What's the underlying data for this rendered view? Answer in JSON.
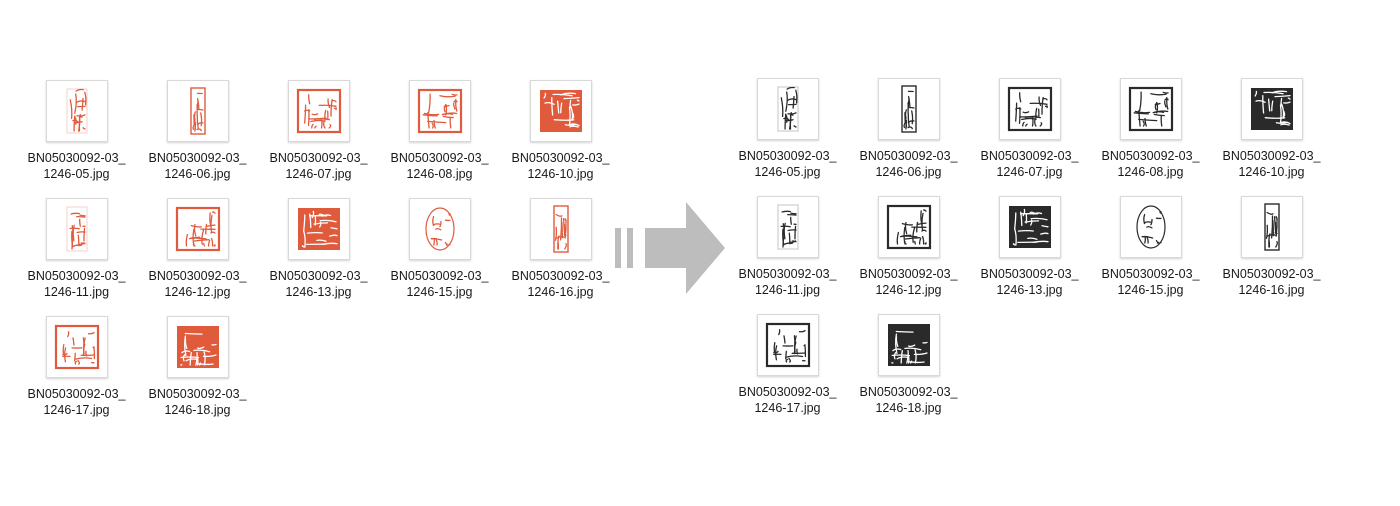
{
  "colors": {
    "seal_red": "#e05a3c",
    "seal_black": "#2a2a2a",
    "arrow_gray": "#bdbdbd"
  },
  "source_files": [
    {
      "name": "BN05030092-03_\n1246-05.jpg",
      "seal": "tall"
    },
    {
      "name": "BN05030092-03_\n1246-06.jpg",
      "seal": "narrow"
    },
    {
      "name": "BN05030092-03_\n1246-07.jpg",
      "seal": "square-framed"
    },
    {
      "name": "BN05030092-03_\n1246-08.jpg",
      "seal": "square-framed"
    },
    {
      "name": "BN05030092-03_\n1246-10.jpg",
      "seal": "square-solid"
    },
    {
      "name": "BN05030092-03_\n1246-11.jpg",
      "seal": "tall"
    },
    {
      "name": "BN05030092-03_\n1246-12.jpg",
      "seal": "square-framed"
    },
    {
      "name": "BN05030092-03_\n1246-13.jpg",
      "seal": "square-solid"
    },
    {
      "name": "BN05030092-03_\n1246-15.jpg",
      "seal": "oval"
    },
    {
      "name": "BN05030092-03_\n1246-16.jpg",
      "seal": "narrow"
    },
    {
      "name": "BN05030092-03_\n1246-17.jpg",
      "seal": "square-framed"
    },
    {
      "name": "BN05030092-03_\n1246-18.jpg",
      "seal": "square-solid"
    }
  ],
  "converted_files": [
    {
      "name": "BN05030092-03_\n1246-05.jpg",
      "seal": "tall"
    },
    {
      "name": "BN05030092-03_\n1246-06.jpg",
      "seal": "narrow"
    },
    {
      "name": "BN05030092-03_\n1246-07.jpg",
      "seal": "square-framed"
    },
    {
      "name": "BN05030092-03_\n1246-08.jpg",
      "seal": "square-framed"
    },
    {
      "name": "BN05030092-03_\n1246-10.jpg",
      "seal": "square-solid"
    },
    {
      "name": "BN05030092-03_\n1246-11.jpg",
      "seal": "tall"
    },
    {
      "name": "BN05030092-03_\n1246-12.jpg",
      "seal": "square-framed"
    },
    {
      "name": "BN05030092-03_\n1246-13.jpg",
      "seal": "square-solid"
    },
    {
      "name": "BN05030092-03_\n1246-15.jpg",
      "seal": "oval"
    },
    {
      "name": "BN05030092-03_\n1246-16.jpg",
      "seal": "narrow"
    },
    {
      "name": "BN05030092-03_\n1246-17.jpg",
      "seal": "square-framed"
    },
    {
      "name": "BN05030092-03_\n1246-18.jpg",
      "seal": "square-solid"
    }
  ],
  "icons": {
    "transform_arrow": "arrow-right-icon",
    "thumbnail": "seal-image-icon"
  }
}
